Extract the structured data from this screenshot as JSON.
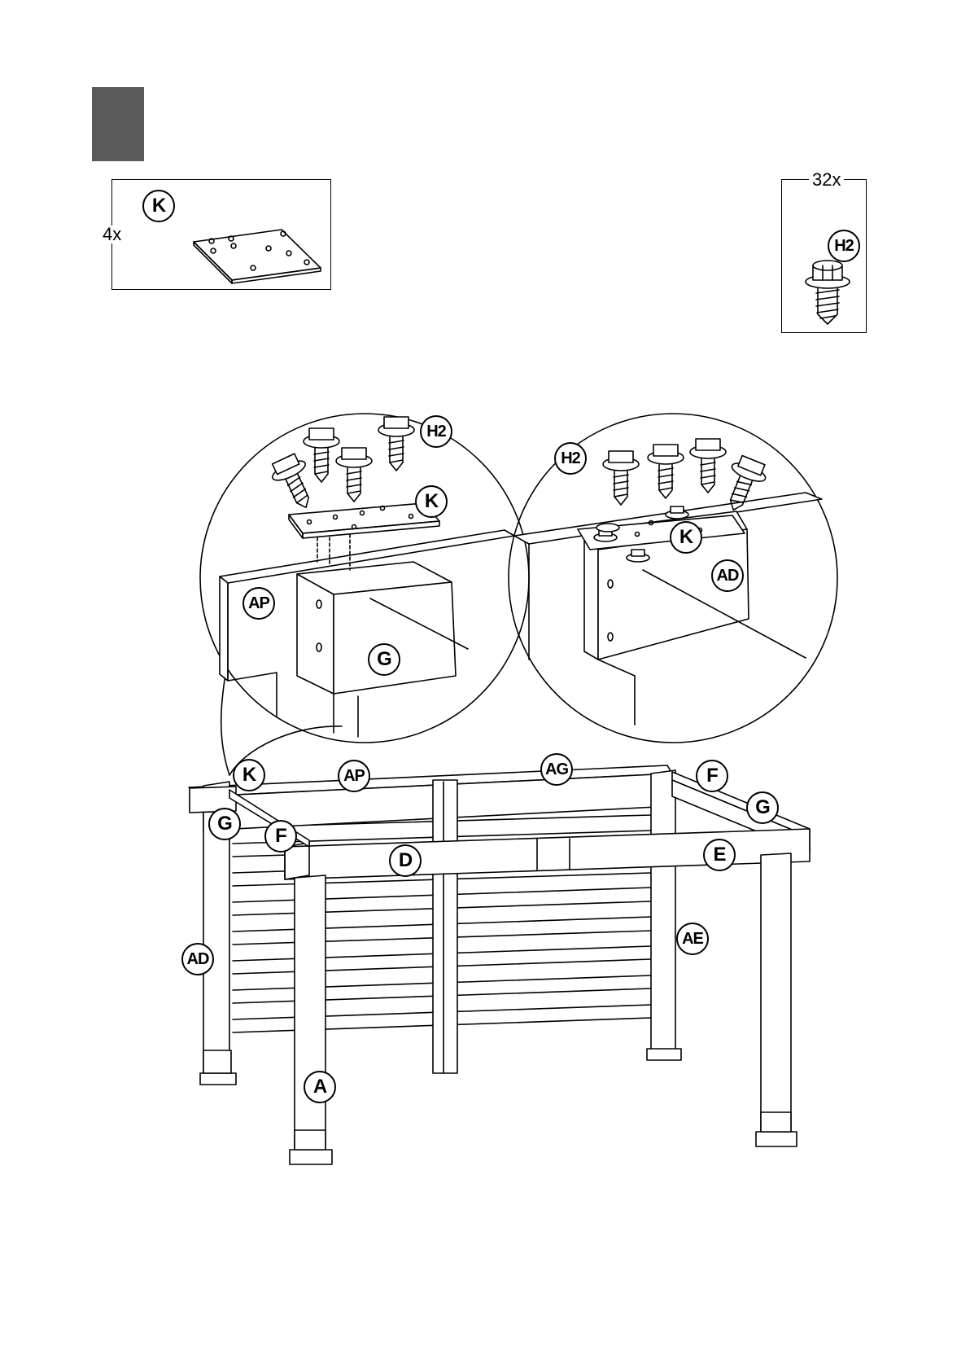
{
  "parts": {
    "plate": {
      "qty": "4x",
      "letter": "K"
    },
    "screw": {
      "qty": "32x",
      "letter": "H2"
    }
  },
  "detail_left": {
    "screw_label": "H2",
    "plate_label": "K",
    "beam_label": "AP",
    "post_label": "G"
  },
  "detail_right": {
    "screw_label": "H2",
    "plate_label": "K",
    "post_label": "AD"
  },
  "assembly": {
    "labels": [
      "K",
      "AP",
      "AG",
      "F",
      "G",
      "G",
      "F",
      "D",
      "E",
      "AD",
      "AE",
      "A"
    ]
  },
  "colors": {
    "step_tab": "#595959",
    "line": "#000000"
  }
}
